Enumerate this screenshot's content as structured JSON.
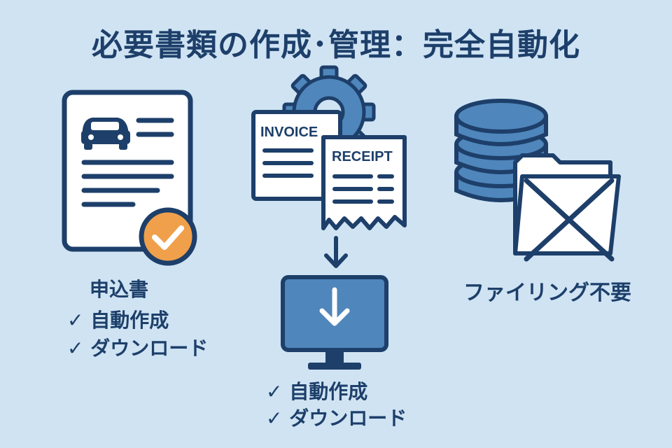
{
  "title": "必要書類の作成･管理：完全自動化",
  "application": {
    "label": "申込書",
    "checks": [
      "✓ 自動作成",
      "✓ ダウンロード"
    ]
  },
  "invoice": {
    "invoice_label": "INVOICE",
    "receipt_label": "RECEIPT",
    "checks": [
      "✓ 自動作成",
      "✓ ダウンロード"
    ]
  },
  "filing": {
    "label": "ファイリング不要"
  },
  "colors": {
    "background": "#cfe3f3",
    "navy": "#1d3f6a",
    "blue": "#4f86bb",
    "orange": "#f0a04b",
    "paper": "#ffffff"
  },
  "icons": [
    "document-icon",
    "car-icon",
    "check-badge-icon",
    "gear-icon",
    "invoice-icon",
    "receipt-icon",
    "arrow-down-icon",
    "monitor-download-icon",
    "database-icon",
    "folder-icon",
    "cross-icon"
  ]
}
